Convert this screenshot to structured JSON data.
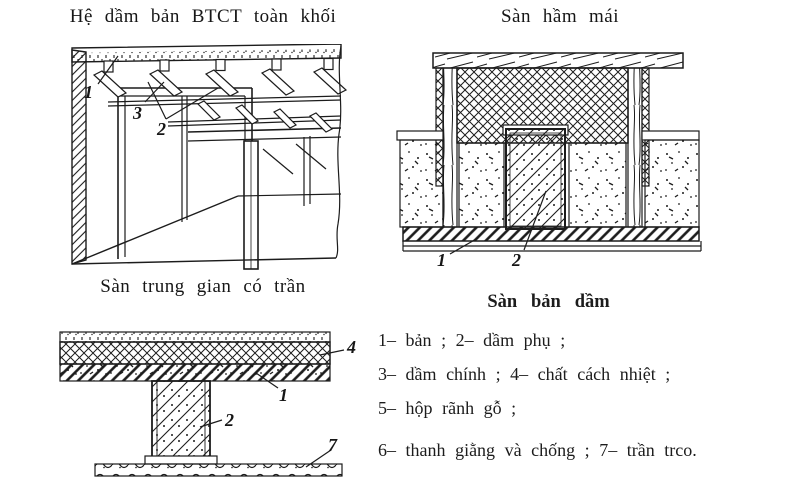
{
  "colors": {
    "ink": "#1c1c1c",
    "paper": "#ffffff"
  },
  "figures": {
    "beam_slab": {
      "title": "Hệ dầm bản BTCT toàn khối",
      "callouts": [
        "1",
        "3",
        "2"
      ]
    },
    "attic": {
      "title": "Sàn hầm mái",
      "callouts": [
        "1",
        "2"
      ]
    },
    "intermediate": {
      "title": "Sàn trung gian có trần",
      "callouts": [
        "4",
        "1",
        "2",
        "7"
      ]
    }
  },
  "legend": {
    "title": "Sàn bản dầm",
    "lines": [
      "1– bản ; 2– dầm phụ ;",
      "3– dầm chính ; 4– chất cách nhiệt ;",
      "5– hộp rãnh gỗ ;",
      "6– thanh giằng và chống ; 7– trần trco."
    ]
  }
}
